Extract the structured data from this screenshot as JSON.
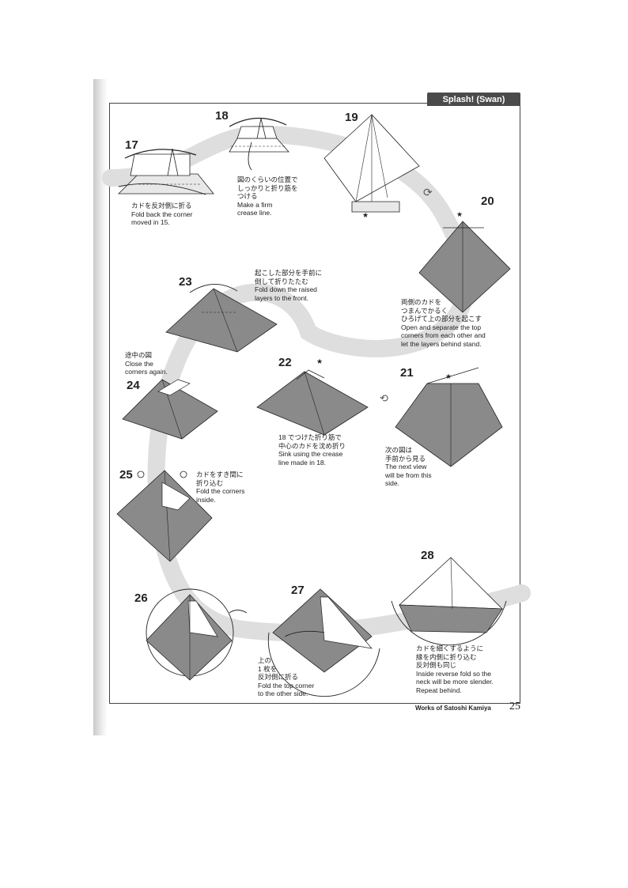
{
  "header": {
    "title": "Splash! (Swan)"
  },
  "steps": [
    {
      "number": "17",
      "text": "カドを反対側に折る\nFold back the corner\nmoved in 15."
    },
    {
      "number": "18",
      "text": "図のくらいの位置で\nしっかりと折り筋を\nつける\nMake a firm\ncrease line."
    },
    {
      "number": "19",
      "text": ""
    },
    {
      "number": "20",
      "text": "両側のカドを\nつまんでかるく\nひろげて上の部分を起こす\nOpen and separate the top\ncorners from each other and\nlet the layers behind stand."
    },
    {
      "number": "21",
      "text": "次の図は\n手前から見る\nThe next view\nwill be from this\nside."
    },
    {
      "number": "22",
      "text": "18 でつけた折り筋で\n中心のカドを沈め折り\nSink using the crease\nline made in 18."
    },
    {
      "number": "23",
      "text": "起こした部分を手前に\n倒して折りたたむ\nFold down the raised\nlayers to the front."
    },
    {
      "number": "24",
      "text": "途中の図\nClose the\ncorners again."
    },
    {
      "number": "25",
      "text": "カドをすき間に\n折り込む\nFold the corners\ninside."
    },
    {
      "number": "26",
      "text": ""
    },
    {
      "number": "27",
      "text": "上の\n1 枚を\n反対側に折る\nFold the top corner\nto the other side."
    },
    {
      "number": "28",
      "text": "カドを細くするように\n縁を内側に折り込む\n反対側も同じ\nInside reverse fold so the\nneck will be more slender.\nRepeat behind."
    }
  ],
  "footer": {
    "credit": "Works of Satoshi Kamiya",
    "page_number": "25"
  },
  "colors": {
    "paper_gray": "#8a8a8a",
    "path_band": "#dcdcdc",
    "header_bg": "#4a4a4a",
    "line": "#222222"
  }
}
